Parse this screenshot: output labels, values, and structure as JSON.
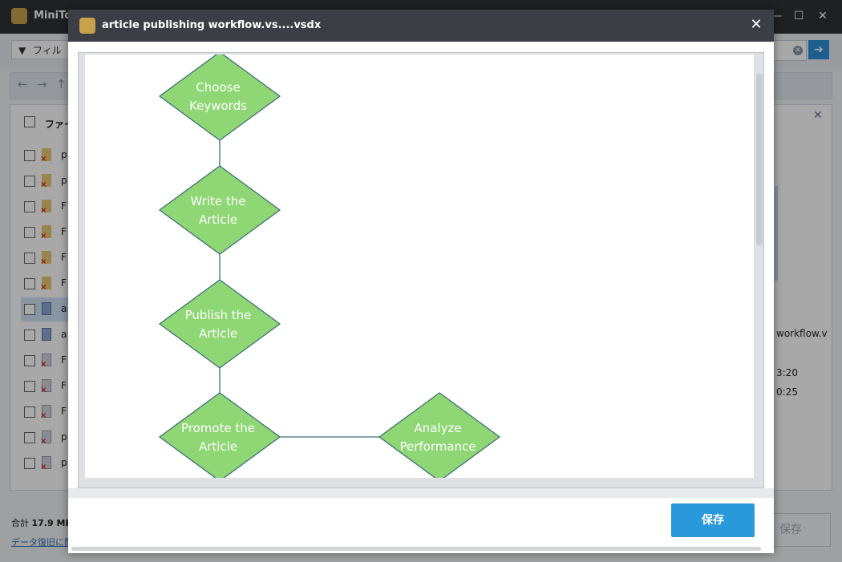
{
  "background_app": {
    "title": "MiniTo",
    "filter_label": "フィル",
    "list_header": "ファイ",
    "rows": [
      {
        "text": "p",
        "icon": "folder-icon"
      },
      {
        "text": "p",
        "icon": "folder-icon"
      },
      {
        "text": "F",
        "icon": "folder-icon"
      },
      {
        "text": "F",
        "icon": "folder-icon"
      },
      {
        "text": "F",
        "icon": "folder-icon"
      },
      {
        "text": "F",
        "icon": "folder-icon"
      },
      {
        "text": "a",
        "icon": "visio-file-icon"
      },
      {
        "text": "a",
        "icon": "visio-file-icon"
      },
      {
        "text": "F",
        "icon": "file-icon"
      },
      {
        "text": "F",
        "icon": "file-icon"
      },
      {
        "text": "F",
        "icon": "file-icon"
      },
      {
        "text": "p",
        "icon": "image-file-icon"
      },
      {
        "text": "p",
        "icon": "image-file-icon"
      }
    ],
    "right_panel_filename": "workflow.v",
    "right_panel_time1": "3:20",
    "right_panel_time2": "0:25",
    "footer_total_prefix": "合計",
    "footer_total_value": "17.9 MB",
    "footer_link": "データ復旧に関",
    "save_label": "保存"
  },
  "dialog": {
    "title": "article publishing workflow.vs....vsdx",
    "save_label": "保存",
    "diagram": {
      "nodes": [
        {
          "id": "choose",
          "lines": [
            "Choose",
            "Keywords"
          ]
        },
        {
          "id": "write",
          "lines": [
            "Write the",
            "Article"
          ]
        },
        {
          "id": "publish",
          "lines": [
            "Publish the",
            "Article"
          ]
        },
        {
          "id": "promote",
          "lines": [
            "Promote the",
            "Article"
          ]
        },
        {
          "id": "analyze",
          "lines": [
            "Analyze",
            "Performance"
          ]
        }
      ],
      "edges": [
        [
          "choose",
          "write"
        ],
        [
          "write",
          "publish"
        ],
        [
          "publish",
          "promote"
        ],
        [
          "promote",
          "analyze"
        ]
      ],
      "node_fill": "#8ed774",
      "node_stroke": "#3f6f7a",
      "text_color": "#ffffff"
    }
  }
}
